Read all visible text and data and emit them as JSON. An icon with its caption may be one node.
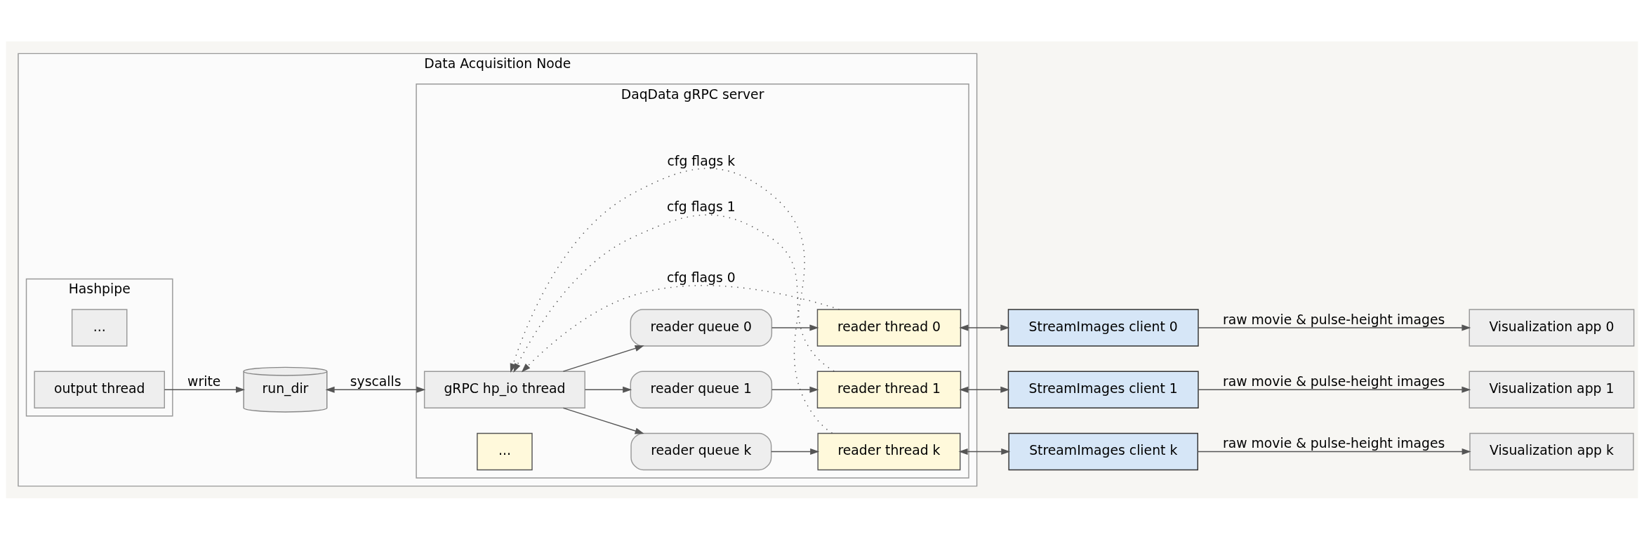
{
  "diagram": {
    "nodes": [
      {
        "text": [
          "Data Acquisition Node"
        ]
      },
      {
        "text": [
          "Hashpipe"
        ],
        "in": 0
      },
      {
        "text": [
          "..."
        ],
        "in": 1
      },
      {
        "text": [
          "output thread"
        ],
        "in": 1
      },
      {
        "text": [
          "run_dir"
        ],
        "in": 0
      },
      {
        "text": [
          "DaqData gRPC server"
        ],
        "in": 0
      },
      {
        "text": [
          "gRPC hp_io thread"
        ],
        "in": 5
      },
      {
        "text": [
          "reader queue 0"
        ],
        "in": 5
      },
      {
        "text": [
          "reader thread 0"
        ],
        "in": 5
      },
      {
        "text": [
          "reader queue 1"
        ],
        "in": 5
      },
      {
        "text": [
          "reader thread 1"
        ],
        "in": 5
      },
      {
        "text": [
          "..."
        ],
        "in": 5
      },
      {
        "text": [
          "reader queue k"
        ],
        "in": 5
      },
      {
        "text": [
          "reader thread k"
        ],
        "in": 5
      },
      {
        "text": [
          "StreamImages client 0"
        ]
      },
      {
        "text": [
          "Visualization app 0"
        ]
      },
      {
        "text": [
          "StreamImages client 1"
        ]
      },
      {
        "text": [
          "Visualization app 1"
        ]
      },
      {
        "text": [
          "StreamImages client k"
        ]
      },
      {
        "text": [
          "Visualization app k"
        ]
      }
    ],
    "edges": [
      {
        "from": 3,
        "to": 4,
        "arrow": "to",
        "label": "write"
      },
      {
        "from": 4,
        "to": 6,
        "arrow": "both",
        "label": "syscalls"
      },
      {
        "from": 6,
        "to": 7,
        "arrow": "to"
      },
      {
        "from": 7,
        "to": 8,
        "arrow": "to"
      },
      {
        "from": 8,
        "to": 6,
        "arrow": "to",
        "label": "cfg flags 0",
        "style": "dashed"
      },
      {
        "from": 6,
        "to": 9,
        "arrow": "to"
      },
      {
        "from": 9,
        "to": 10,
        "arrow": "to"
      },
      {
        "from": 10,
        "to": 6,
        "arrow": "to",
        "label": "cfg flags 1",
        "style": "dashed"
      },
      {
        "from": 6,
        "to": 12,
        "arrow": "to"
      },
      {
        "from": 12,
        "to": 13,
        "arrow": "to"
      },
      {
        "from": 13,
        "to": 6,
        "arrow": "to",
        "label": "cfg flags k",
        "style": "dashed"
      },
      {
        "from": 8,
        "to": 14,
        "arrow": "both"
      },
      {
        "from": 14,
        "to": 15,
        "arrow": "to",
        "label": "raw movie & pulse-height images"
      },
      {
        "from": 10,
        "to": 16,
        "arrow": "both"
      },
      {
        "from": 16,
        "to": 17,
        "arrow": "to",
        "label": "raw movie & pulse-height images"
      },
      {
        "from": 13,
        "to": 18,
        "arrow": "both"
      },
      {
        "from": 18,
        "to": 19,
        "arrow": "to",
        "label": "raw movie & pulse-height images"
      }
    ]
  }
}
